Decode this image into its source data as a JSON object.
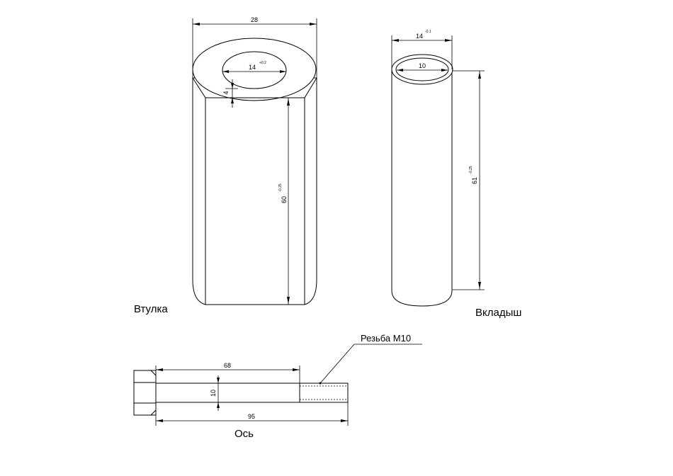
{
  "labels": {
    "bushing": "Втулка",
    "insert": "Вкладыш",
    "axle": "Ось",
    "thread_note": "Резьба М10"
  },
  "dimensions": {
    "bushing_width": "28",
    "bushing_hole": "14",
    "bushing_hole_tol": "+0.2",
    "bushing_offset": "4",
    "bushing_length": "60",
    "bushing_length_tol": "-0.25",
    "insert_outer": "14",
    "insert_outer_tol": "-0.1",
    "insert_inner": "10",
    "insert_length": "61",
    "insert_length_tol": "-0.25",
    "axle_shank": "68",
    "axle_total": "95",
    "axle_diameter": "10"
  }
}
